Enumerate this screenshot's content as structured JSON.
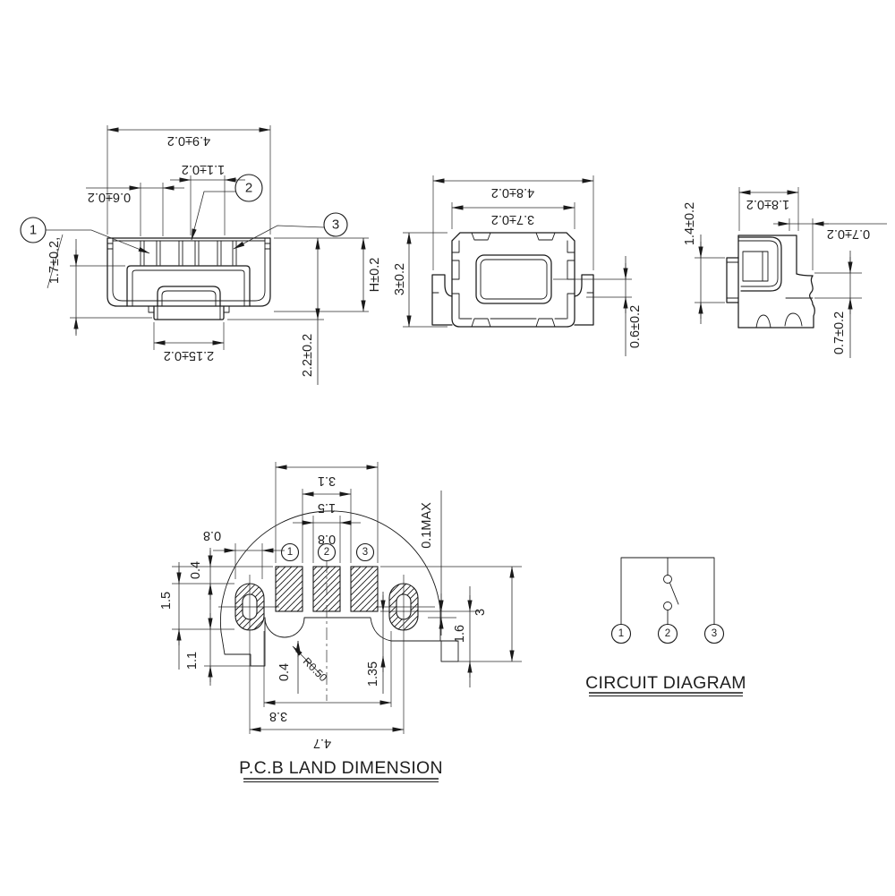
{
  "front_view": {
    "balloon_1": "1",
    "balloon_2": "2",
    "balloon_3": "3",
    "dim_overall_width": "4.9±0.2",
    "dim_center_terminal_width": "1.1±0.2",
    "dim_side_terminal_width": "0.6±0.2",
    "dim_base_height": "1.7±0.2,",
    "dim_stem_width": "2.15±0.2",
    "dim_height": "H±0.2",
    "dim_total_height": "2.2±0.2"
  },
  "top_view": {
    "dim_overall_width": "4.8±0.2",
    "dim_body_width": "3.7±0.2",
    "dim_body_depth": "3±0.2",
    "dim_button_offset": "0.6±0.2"
  },
  "side_view": {
    "dim_body_width": "1.8±0.2",
    "dim_top_step": "0.7±0.2",
    "dim_stem_height": "1.4±0.2",
    "dim_bottom_step": "0.7±0.2"
  },
  "pcb_land": {
    "title": "P.C.B LAND DIMENSION",
    "pad_1": "1",
    "pad_2": "2",
    "pad_3": "3",
    "dim_pad_span": "3.1",
    "dim_pad_gap": "1.5",
    "dim_pad_width_left": "0.8",
    "dim_pad_width_center": "0.8",
    "dim_pad_top_offset": "0.4",
    "dim_slot_height": "1.5",
    "dim_slot_to_edge": "1.1",
    "dim_outline_clearance": "0.1MAX",
    "dim_land_height": "3",
    "dim_pad_to_edge": "1.6",
    "dim_notch_depth": "0.4",
    "dim_notch_radius": "R0.50",
    "dim_pad_height": "1.35",
    "dim_slot_inner_span": "3.8",
    "dim_slot_pitch": "4.7"
  },
  "circuit": {
    "title": "CIRCUIT DIAGRAM",
    "terminal_1": "1",
    "terminal_2": "2",
    "terminal_3": "3"
  }
}
